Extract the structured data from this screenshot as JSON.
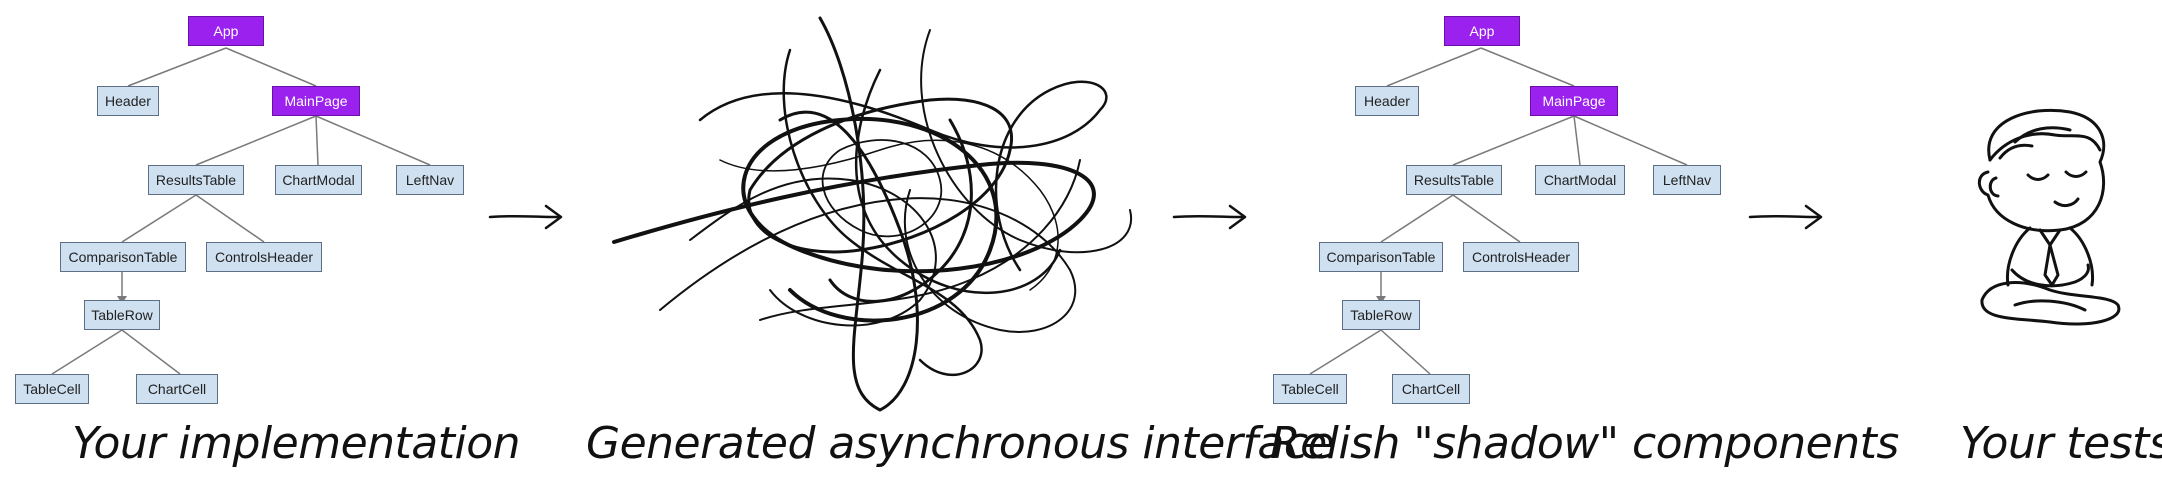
{
  "trees": [
    {
      "nodes": {
        "app": "App",
        "header": "Header",
        "mainpage": "MainPage",
        "resultstable": "ResultsTable",
        "chartmodal": "ChartModal",
        "leftnav": "LeftNav",
        "comparisontable": "ComparisonTable",
        "controlsheader": "ControlsHeader",
        "tablerow": "TableRow",
        "tablecell": "TableCell",
        "chartcell": "ChartCell"
      }
    },
    {
      "nodes": {
        "app": "App",
        "header": "Header",
        "mainpage": "MainPage",
        "resultstable": "ResultsTable",
        "chartmodal": "ChartModal",
        "leftnav": "LeftNav",
        "comparisontable": "ComparisonTable",
        "controlsheader": "ControlsHeader",
        "tablerow": "TableRow",
        "tablecell": "TableCell",
        "chartcell": "ChartCell"
      }
    }
  ],
  "highlight_color": "#9b22ee",
  "node_color": "#cfe0f1",
  "captions": {
    "implementation": "Your implementation",
    "generated": "Generated asynchronous interface",
    "relish": "Relish \"shadow\" components",
    "tests": "Your tests"
  },
  "icons": {
    "scribble": "tangled-scribble-icon",
    "meditating": "meditating-person-icon"
  }
}
